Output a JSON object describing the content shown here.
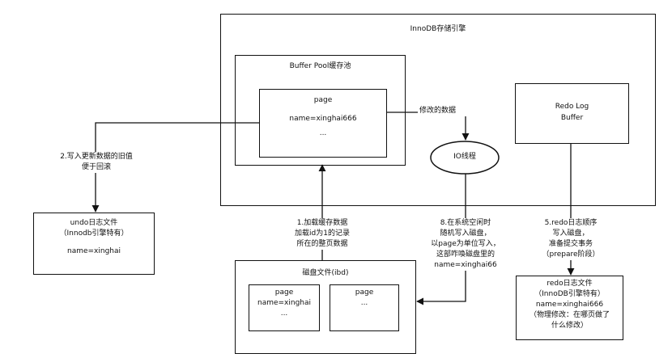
{
  "engine": {
    "title": "InnoDB存储引擎"
  },
  "buffer_pool": {
    "title": "Buffer Pool缓存池",
    "page": {
      "title": "page",
      "line1": "name=xinghai666",
      "line2": "..."
    }
  },
  "io_thread": {
    "label": "IO线程"
  },
  "redo_log_buffer": {
    "line1": "Redo Log",
    "line2": "Buffer"
  },
  "edge_modified_data": {
    "label": "修改的数据"
  },
  "step2": {
    "line1": "2.写入更新数据的旧值",
    "line2": "便于回滚"
  },
  "undo_file": {
    "line1": "undo日志文件",
    "line2": "（Innodb引擎特有）",
    "line3": "name=xinghai"
  },
  "step1": {
    "line1": "1.加载缓存数据",
    "line2": "加载id为1的记录",
    "line3": "所在的整页数据"
  },
  "step8": {
    "line1": "8.在系统空闲时",
    "line2": "随机写入磁盘，",
    "line3": "以page为单位写入，",
    "line4": "这部咋喚磁盘里的",
    "line5": "name=xinghai66"
  },
  "step5": {
    "line1": "5.redo日志顺序",
    "line2": "写入磁盘，",
    "line3": "准备提交事务",
    "line4": "（prepare阶段）"
  },
  "disk_file": {
    "title": "磁盘文件(ibd)",
    "page_a": {
      "line1": "page",
      "line2": "name=xinghai",
      "line3": "..."
    },
    "page_b": {
      "line1": "page",
      "line2": "..."
    }
  },
  "redo_file": {
    "line1": "redo日志文件",
    "line2": "（InnoDB引擎特有）",
    "line3": "name=xinghai666",
    "line4": "（物理修改：在哪页做了",
    "line5": "什么修改）"
  }
}
